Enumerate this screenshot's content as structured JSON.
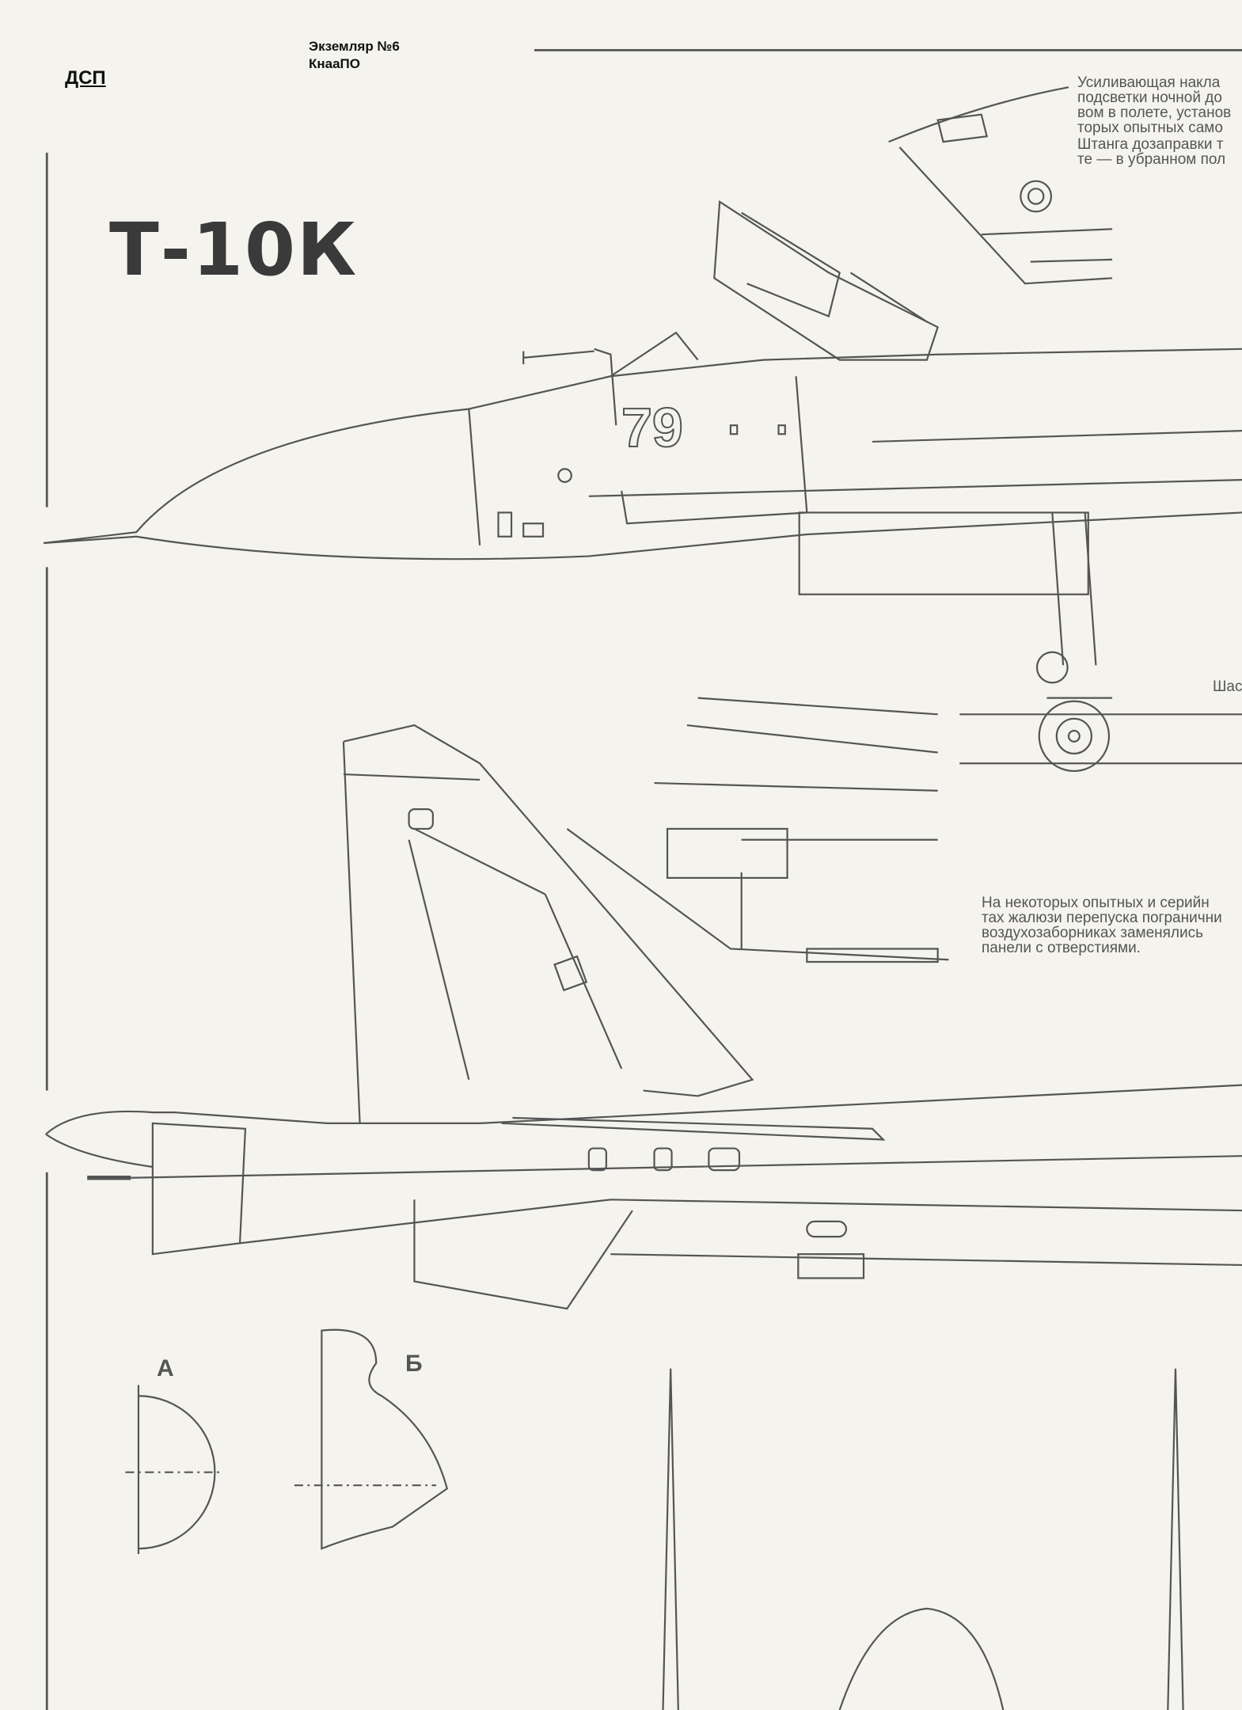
{
  "stamp": {
    "classification": "ДСП",
    "copy_number": "Экземляр №6",
    "organization": "КнааПО"
  },
  "title": "Т-10К",
  "aircraft_number": "79",
  "notes": {
    "top_right": [
      "Усиливающая накла",
      "подсветки ночной до",
      "вом в полете, установ",
      "торых опытных само"
    ],
    "refuel_probe": [
      "Штанга дозаправки т",
      "те — в убранном пол"
    ],
    "landing_gear": "Шас",
    "intake_panels": [
      "На некоторых опытных и серийн",
      "тах жалюзи перепуска погранични",
      "воздухозаборниках заменялись",
      "панели с отверстиями."
    ]
  },
  "section_labels": {
    "a": "А",
    "b": "Б"
  },
  "colors": {
    "paper": "#f4f3ee",
    "ink": "#555555"
  }
}
